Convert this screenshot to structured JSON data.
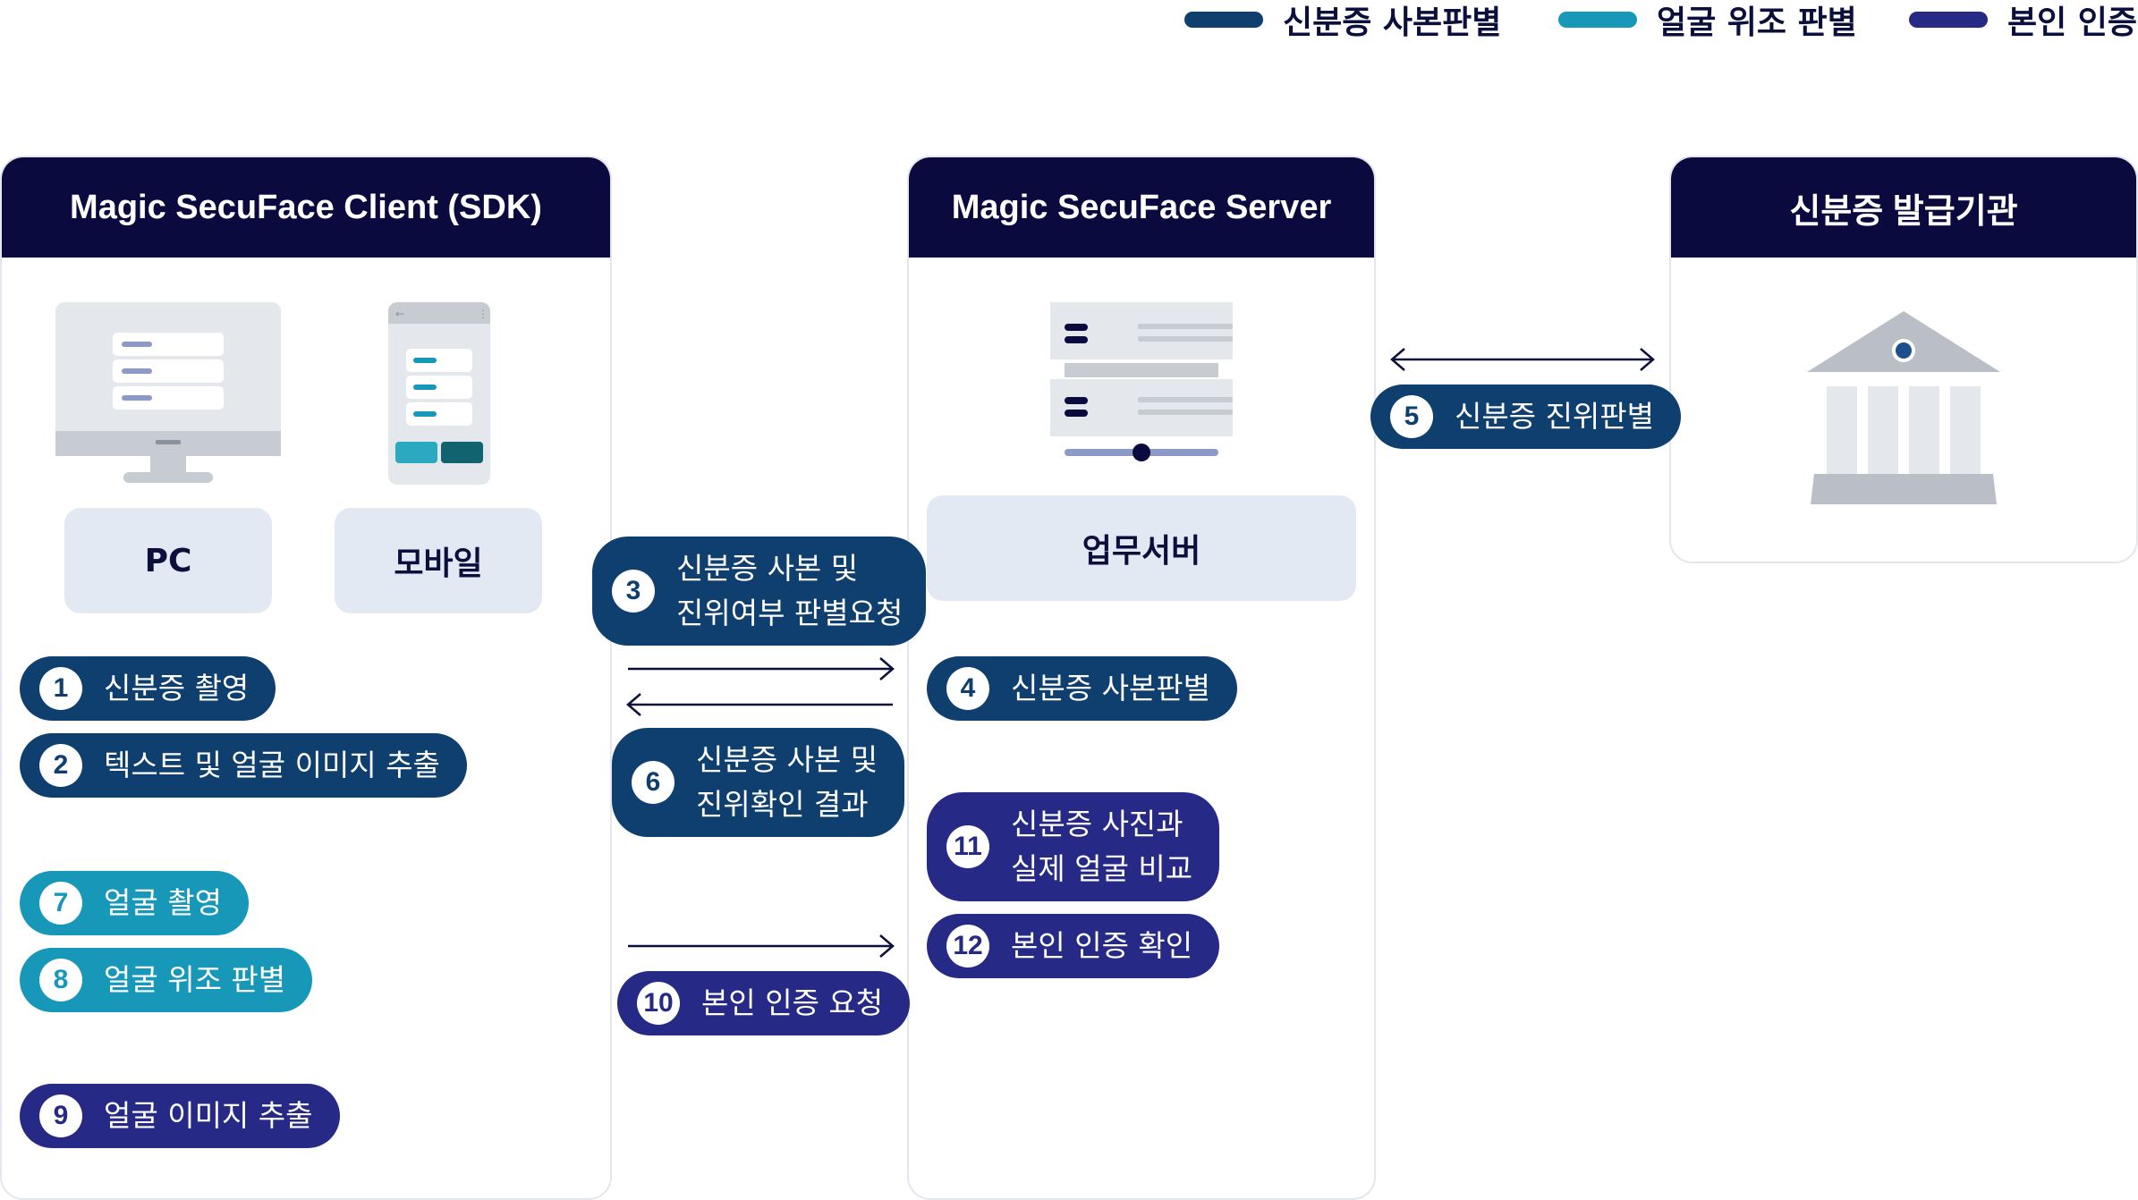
{
  "colors": {
    "copy": "#0f3f6e",
    "face": "#1798b8",
    "auth": "#262a86",
    "header": "#0b0a3e",
    "label_bg": "#e2e9f3"
  },
  "legend": [
    {
      "label": "신분증 사본판별",
      "color": "#0f3f6e"
    },
    {
      "label": "얼굴 위조 판별",
      "color": "#1798b8"
    },
    {
      "label": "본인 인증",
      "color": "#262a86"
    }
  ],
  "panels": {
    "client": {
      "title": "Magic SecuFace Client (SDK)",
      "pc_label": "PC",
      "pc_icon": "desktop-monitor-icon",
      "mobile_label": "모바일",
      "mobile_icon": "mobile-phone-icon"
    },
    "server": {
      "title": "Magic SecuFace Server",
      "server_icon": "server-rack-icon",
      "label": "업무서버"
    },
    "issuer": {
      "title": "신분증 발급기관",
      "icon": "government-building-icon"
    }
  },
  "steps": [
    {
      "num": "1",
      "text": "신분증 촬영",
      "type": "copy"
    },
    {
      "num": "2",
      "text": "텍스트 및 얼굴 이미지 추출",
      "type": "copy"
    },
    {
      "num": "3",
      "line1": "신분증 사본 및",
      "line2": "진위여부 판별요청",
      "type": "copy"
    },
    {
      "num": "4",
      "text": "신분증 사본판별",
      "type": "copy"
    },
    {
      "num": "5",
      "text": "신분증 진위판별",
      "type": "copy"
    },
    {
      "num": "6",
      "line1": "신분증 사본 및",
      "line2": "진위확인 결과",
      "type": "copy"
    },
    {
      "num": "7",
      "text": "얼굴 촬영",
      "type": "face"
    },
    {
      "num": "8",
      "text": "얼굴 위조 판별",
      "type": "face"
    },
    {
      "num": "9",
      "text": "얼굴 이미지 추출",
      "type": "auth"
    },
    {
      "num": "10",
      "text": "본인 인증 요청",
      "type": "auth"
    },
    {
      "num": "11",
      "line1": "신분증 사진과",
      "line2": "실제 얼굴 비교",
      "type": "auth"
    },
    {
      "num": "12",
      "text": "본인 인증 확인",
      "type": "auth"
    }
  ],
  "arrows": {
    "client_to_server_1": "arrow-right-icon",
    "server_to_client": "arrow-left-icon",
    "client_to_server_2": "arrow-right-icon",
    "server_issuer": "double-arrow-icon"
  }
}
